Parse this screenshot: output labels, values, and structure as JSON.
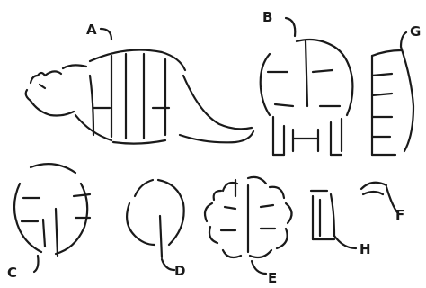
{
  "figure": {
    "labels": {
      "a": "A",
      "b": "B",
      "c": "C",
      "d": "D",
      "e": "E",
      "f": "F",
      "g": "G",
      "h": "H"
    }
  }
}
